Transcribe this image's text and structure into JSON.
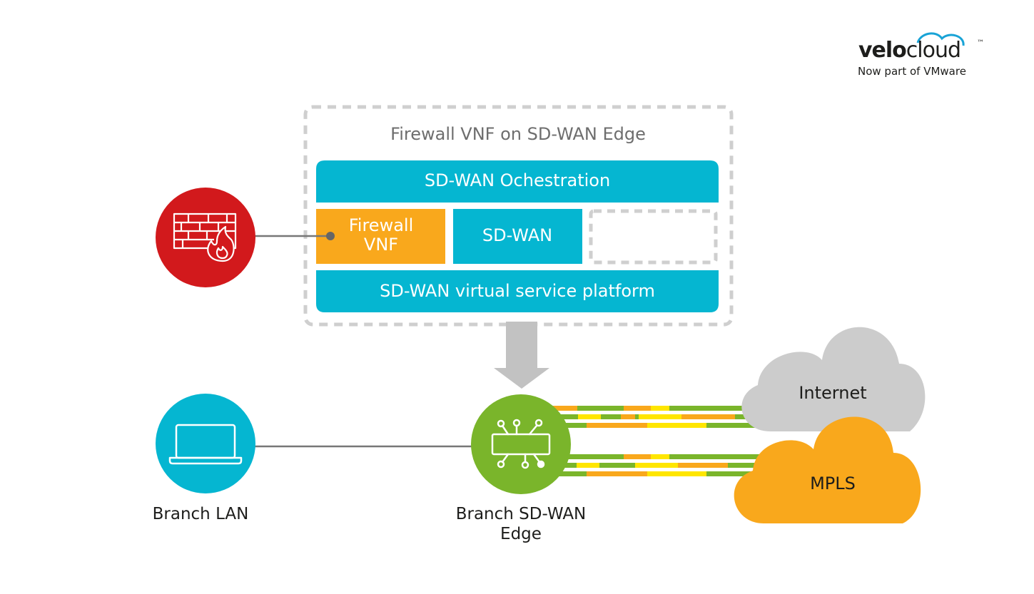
{
  "logo": {
    "brand_velo": "velo",
    "brand_cloud": "cloud",
    "trademark": "™",
    "tagline": "Now part of VMware"
  },
  "edge_box": {
    "title": "Firewall VNF on SD-WAN Edge",
    "orchestration": "SD-WAN Ochestration",
    "firewall_line1": "Firewall",
    "firewall_line2": "VNF",
    "sdwan": "SD-WAN",
    "platform": "SD-WAN virtual service platform"
  },
  "nodes": {
    "branch_lan": "Branch LAN",
    "edge_line1": "Branch SD-WAN",
    "edge_line2": "Edge"
  },
  "clouds": {
    "internet": "Internet",
    "mpls": "MPLS"
  },
  "icons": {
    "firewall": "firewall-flame-icon",
    "laptop": "laptop-icon",
    "edge": "circuit-chip-icon",
    "arrow": "arrow-down-icon"
  },
  "colors": {
    "teal": "#05b6d1",
    "orange": "#f9a81c",
    "red": "#d2191c",
    "green": "#7ab52b",
    "gray_cloud": "#cccccc",
    "yellow": "#ffe600",
    "dashed_border": "#cfcfcf",
    "arrow_gray": "#c2c2c2"
  }
}
